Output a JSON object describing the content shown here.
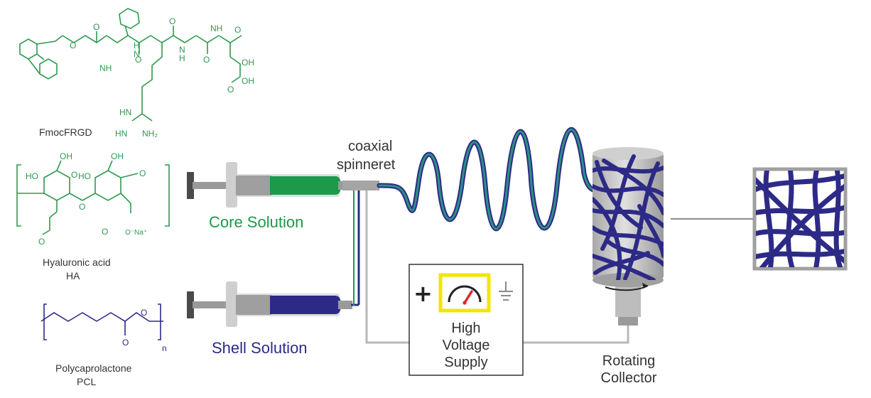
{
  "molecules": {
    "fmoc": {
      "name": "FmocFRGD",
      "atoms": {
        "o": "O",
        "nh": "NH",
        "n": "N",
        "h": "H",
        "oh": "OH",
        "hn": "HN",
        "nh2": "NH₂"
      }
    },
    "ha": {
      "name": "Hyaluronic acid",
      "abbr": "HA",
      "atoms": {
        "oh": "OH",
        "ho": "HO",
        "o": "O",
        "ona": "O⁻Na⁺"
      }
    },
    "pcl": {
      "name": "Polycaprolactone",
      "abbr": "PCL",
      "atoms": {
        "o": "O",
        "n": "n"
      }
    }
  },
  "apparatus": {
    "spinneret_label_line1": "coaxial",
    "spinneret_label_line2": "spinneret",
    "core_label": "Core Solution",
    "shell_label": "Shell Solution",
    "power_label_line1": "High",
    "power_label_line2": "Voltage",
    "power_label_line3": "Supply",
    "plus_symbol": "+",
    "collector_label_line1": "Rotating",
    "collector_label_line2": "Collector"
  },
  "colors": {
    "core": "#1c9a4a",
    "shell": "#2d2a87",
    "jet_outer": "#2d2a87",
    "jet_inner": "#2e8f85",
    "chem_green": "#2e9a4e",
    "gauge_frame": "#f2e600",
    "needle": "#e0262b",
    "wire": "#b8b8b8",
    "syringe_body": "#d9d9d9",
    "collector": "#bdbdbd"
  }
}
